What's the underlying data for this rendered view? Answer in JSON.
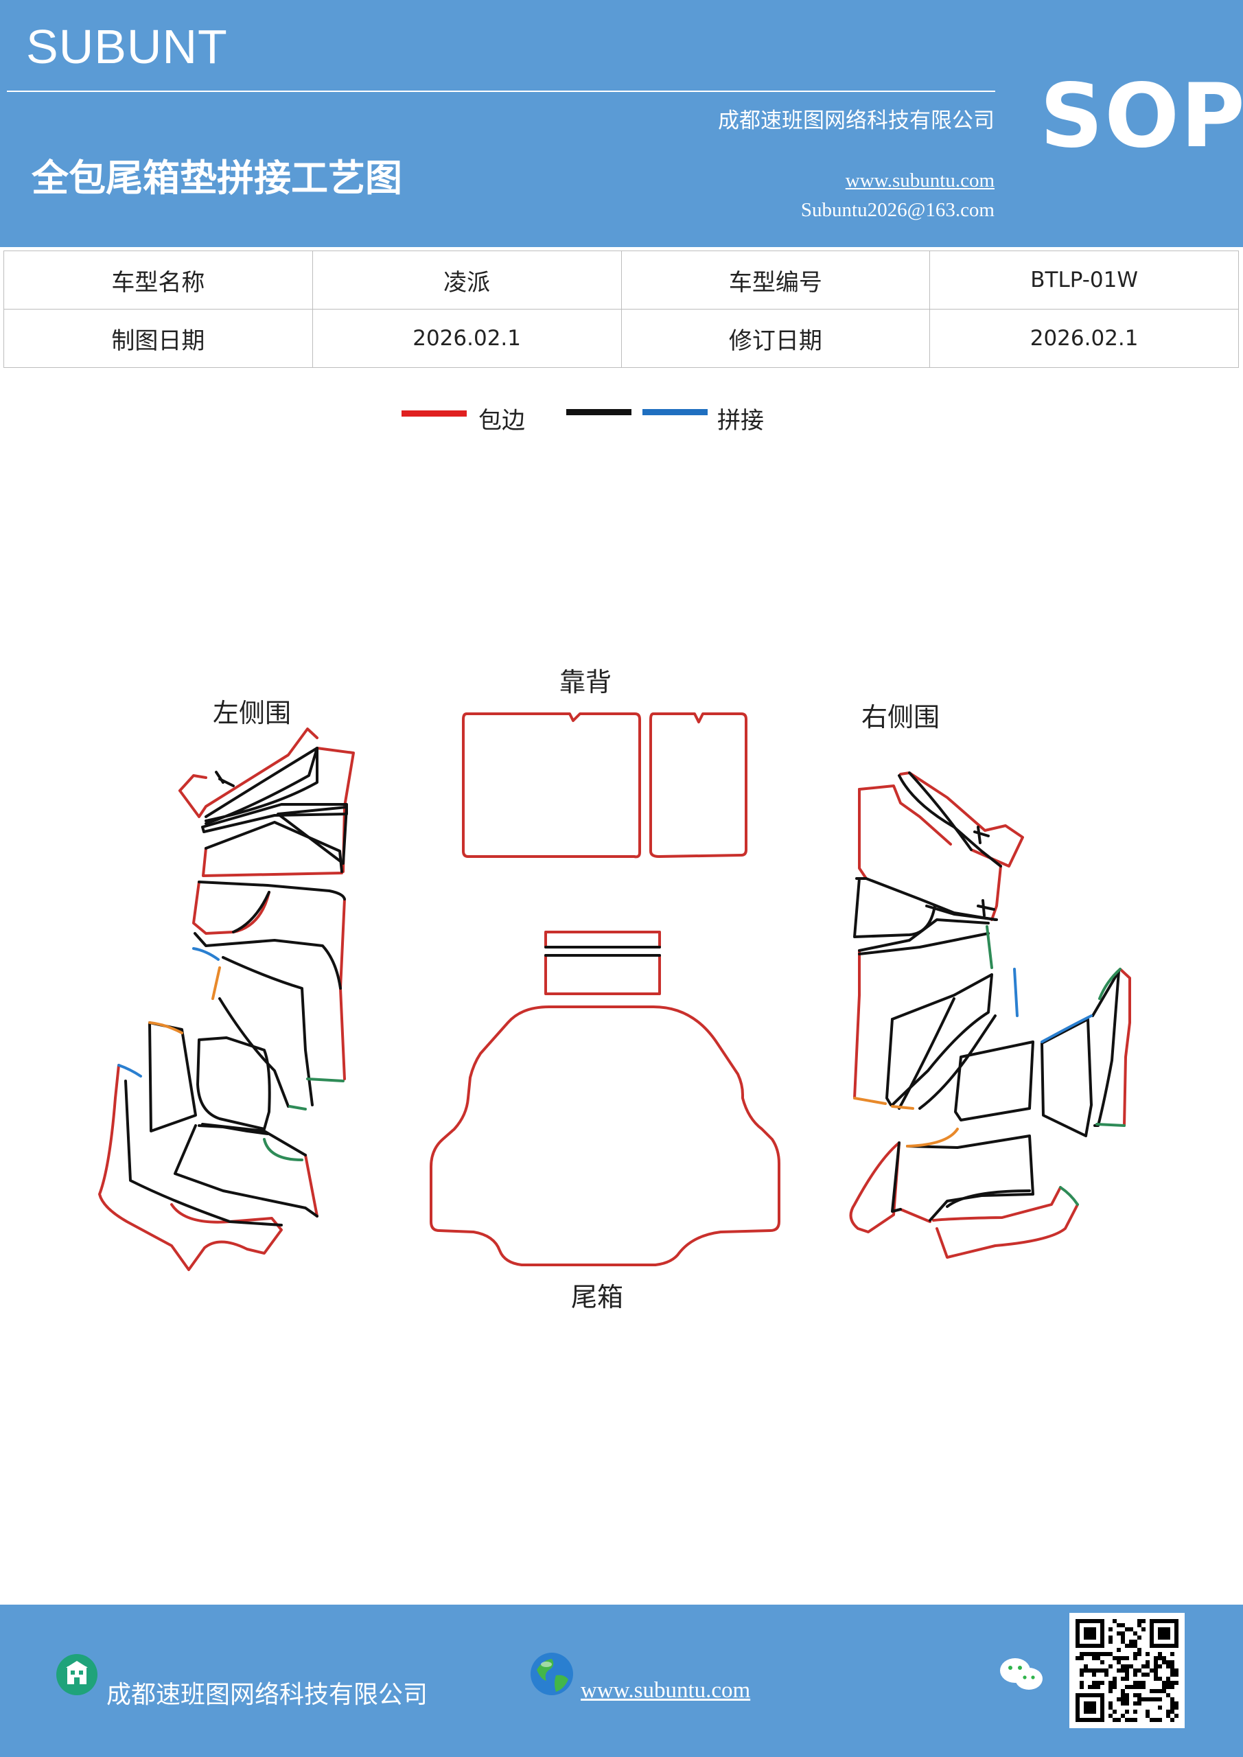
{
  "header": {
    "brand": "SUBUNT",
    "badge": "SOP",
    "company": "成都速班图网络科技有限公司",
    "title": "全包尾箱垫拼接工艺图",
    "url": "www.subuntu.com",
    "email": "Subuntu2026@163.com",
    "background_color": "#5b9bd5"
  },
  "info_table": {
    "rows": [
      [
        "车型名称",
        "凌派",
        "车型编号",
        "BTLP-01W"
      ],
      [
        "制图日期",
        "2026.02.1",
        "修订日期",
        "2026.02.1"
      ]
    ]
  },
  "legend": {
    "items": [
      {
        "label": "包边",
        "colors": [
          "#e02020"
        ]
      },
      {
        "label": "拼接",
        "colors": [
          "#111111",
          "#1f6fc0"
        ]
      }
    ]
  },
  "diagram": {
    "labels": {
      "left": "左侧围",
      "back": "靠背",
      "right": "右侧围",
      "trunk": "尾箱"
    },
    "colors": {
      "edge_red": "#c9302c",
      "seam_black": "#111111",
      "seam_blue": "#2a7fd0",
      "seam_orange": "#e8892a",
      "seam_green": "#2e8b57"
    }
  },
  "footer": {
    "company": "成都速班图网络科技有限公司",
    "url": "www.subuntu.com",
    "icons": [
      "building-icon",
      "globe-icon",
      "wechat-icon",
      "qr-code"
    ]
  }
}
